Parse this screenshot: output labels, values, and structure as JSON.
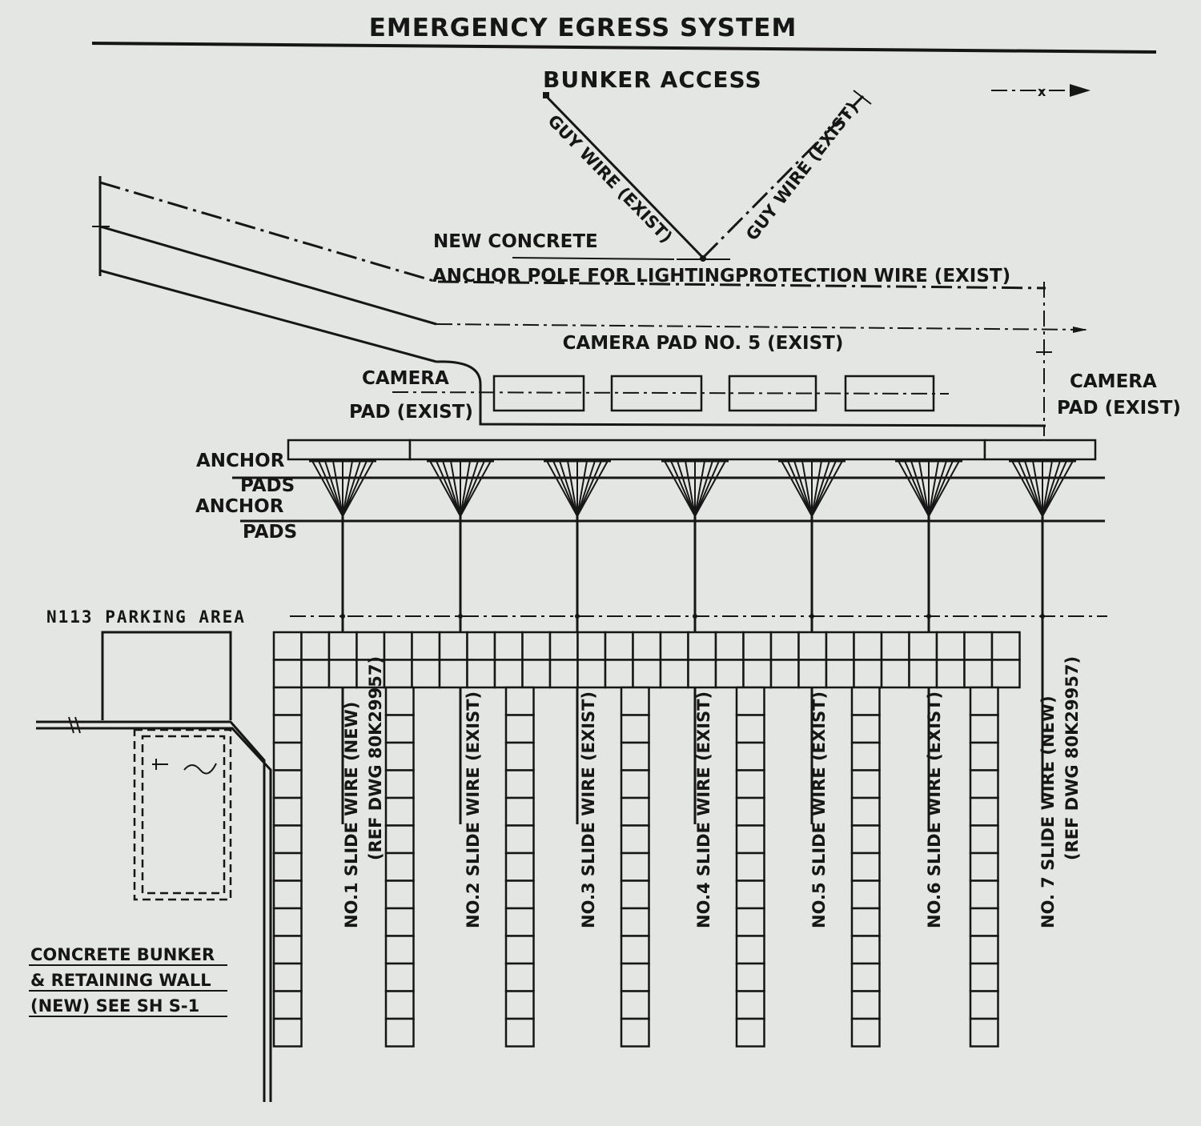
{
  "title": "EMERGENCY EGRESS SYSTEM",
  "bunker_access": "BUNKER ACCESS",
  "north_arrow": "x",
  "guy_wire_left": "GUY WIRE (EXIST)",
  "guy_wire_right": "GUY WIRE (EXIST)",
  "new_concrete": "NEW CONCRETE",
  "anchor_pole": "ANCHOR POLE FOR LIGHTING",
  "protection_wire": "PROTECTION WIRE (EXIST)",
  "camera_pad_5": "CAMERA PAD NO. 5 (EXIST)",
  "camera_pad_left": [
    "CAMERA",
    "PAD (EXIST)"
  ],
  "camera_pad_right": [
    "CAMERA",
    "PAD (EXIST)"
  ],
  "anchor_pads_1": [
    "ANCHOR",
    "PADS"
  ],
  "anchor_pads_2": [
    "ANCHOR",
    "PADS"
  ],
  "parking_area": "N113 PARKING AREA",
  "bunker_note": [
    "CONCRETE BUNKER",
    "& RETAINING WALL",
    "(NEW) SEE SH S-1"
  ],
  "slide_wires": [
    {
      "line1": "NO.1  SLIDE WIRE (NEW)",
      "line2": "(REF DWG 80K29957)"
    },
    {
      "line1": "NO.2  SLIDE WIRE (EXIST)",
      "line2": ""
    },
    {
      "line1": "NO.3  SLIDE WIRE (EXIST)",
      "line2": ""
    },
    {
      "line1": "NO.4  SLIDE WIRE (EXIST)",
      "line2": ""
    },
    {
      "line1": "NO.5  SLIDE WIRE (EXIST)",
      "line2": ""
    },
    {
      "line1": "NO.6  SLIDE WIRE (EXIST)",
      "line2": ""
    },
    {
      "line1": "NO. 7  SLIDE WIRE (NEW)",
      "line2": "(REF DWG 80K29957)"
    }
  ]
}
